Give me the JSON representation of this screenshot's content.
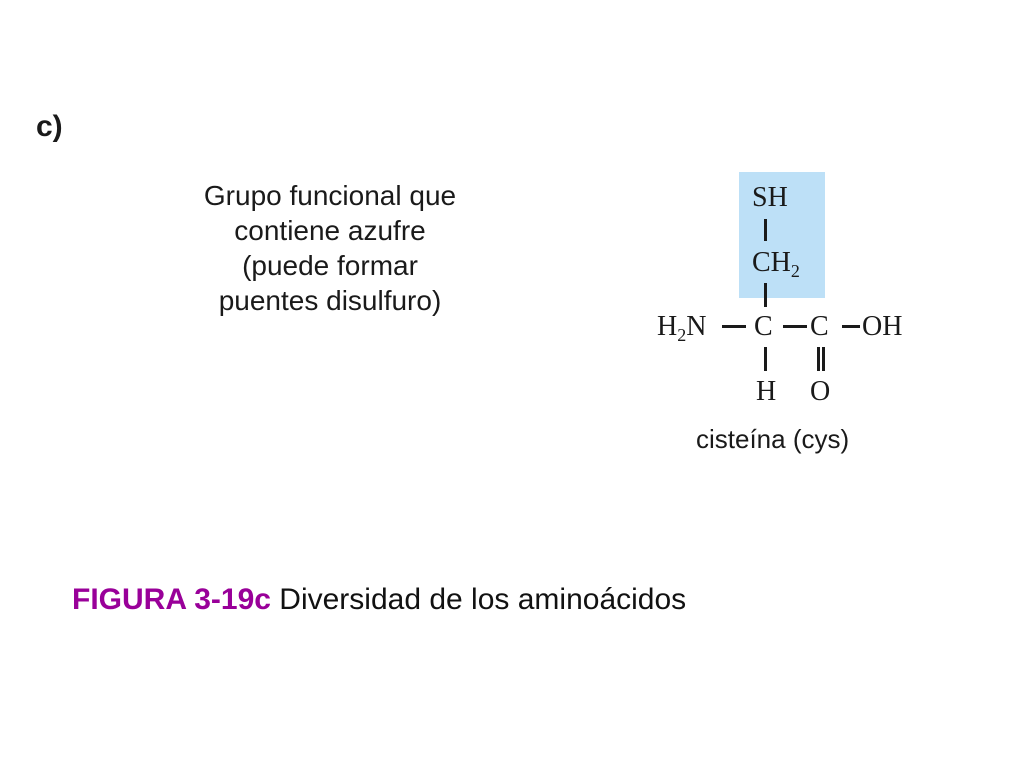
{
  "panel_label": "c)",
  "description": {
    "lines": [
      "Grupo funcional que",
      "contiene azufre",
      "(puede formar",
      "puentes disulfuro)"
    ]
  },
  "molecule": {
    "side_chain_top": "SH",
    "side_chain_ch": "CH",
    "side_chain_ch_sub": "2",
    "amine_h": "H",
    "amine_sub": "2",
    "amine_n": "N",
    "alpha_carbon": "C",
    "carboxyl_carbon": "C",
    "hydroxyl": "OH",
    "alpha_hydrogen": "H",
    "carbonyl_oxygen": "O",
    "name": "cisteína (cys)",
    "highlight_color": "#bde0f7"
  },
  "caption": {
    "number": "FIGURA 3-19c",
    "text": "Diversidad de los aminoácidos",
    "number_color": "#990099"
  }
}
